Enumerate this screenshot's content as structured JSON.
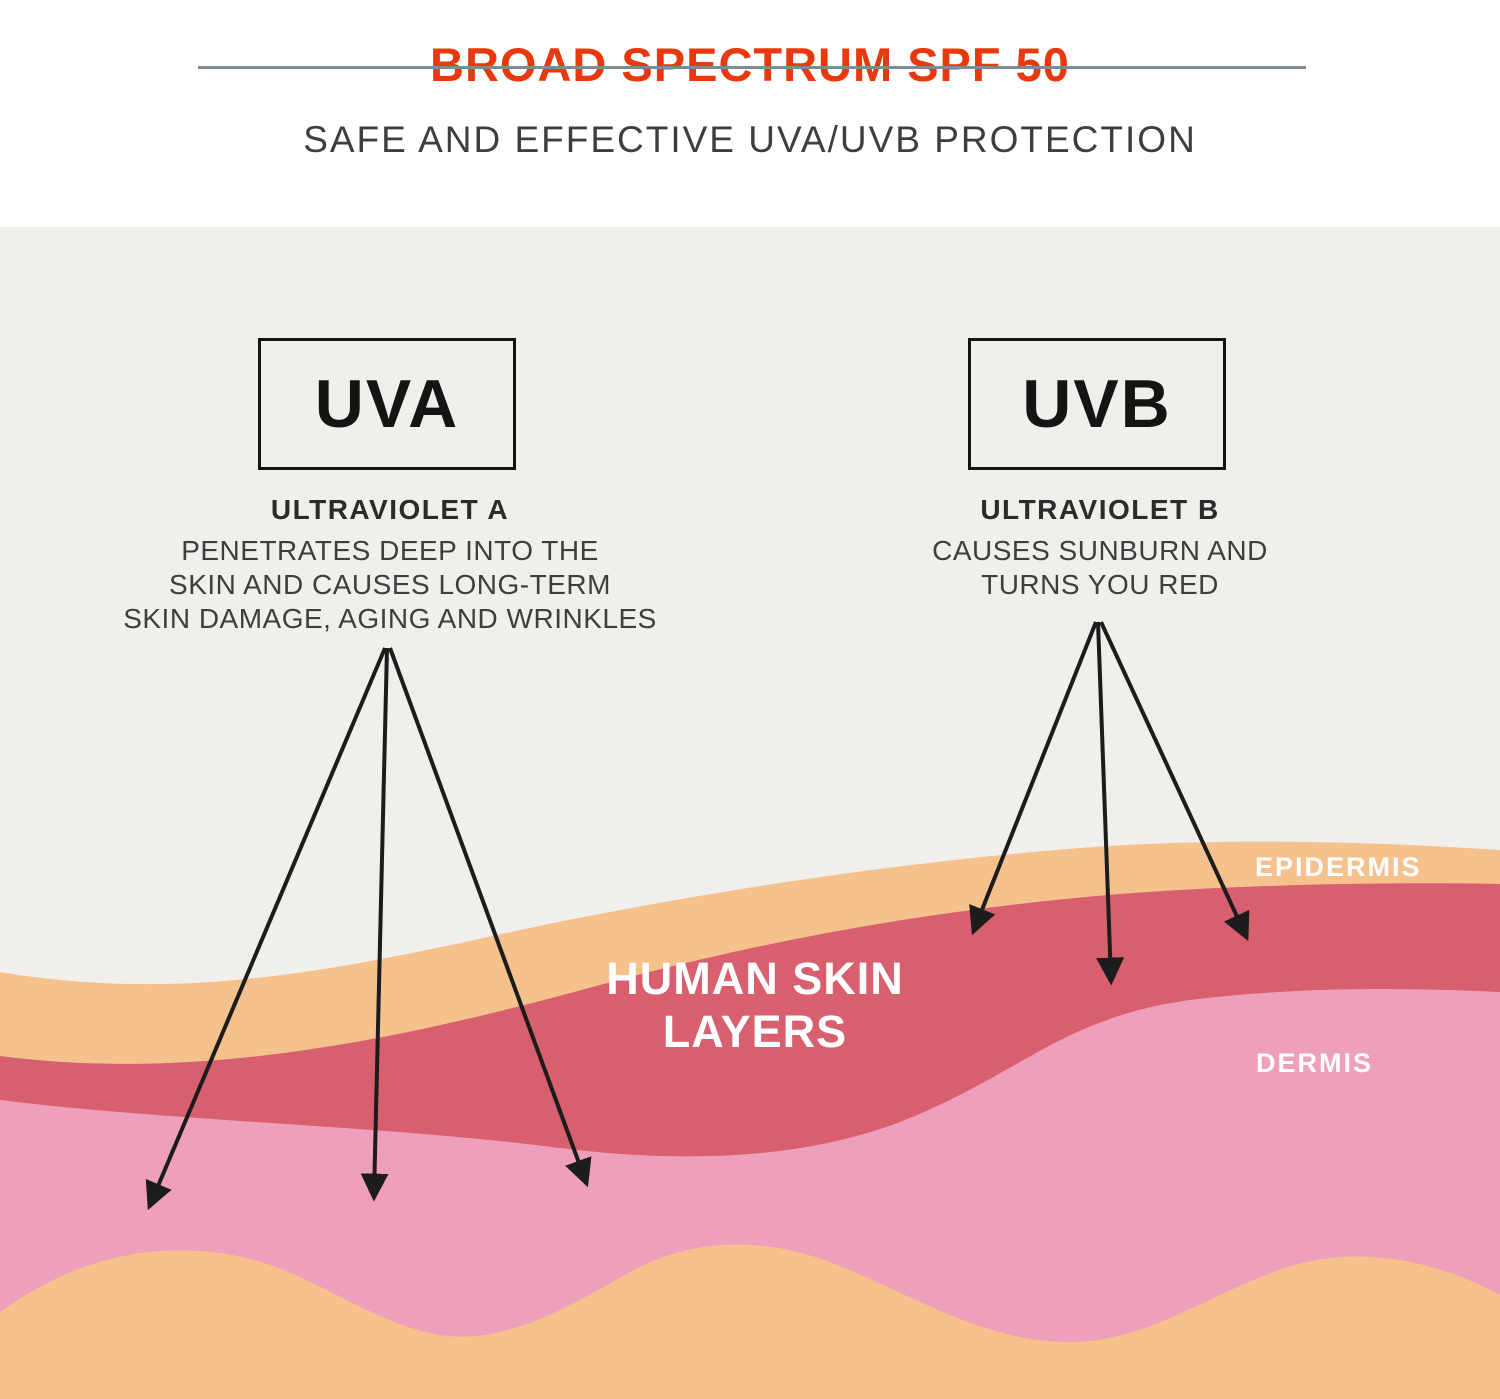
{
  "header": {
    "title": "BROAD SPECTRUM SPF 50",
    "subtitle": "SAFE AND EFFECTIVE UVA/UVB PROTECTION"
  },
  "uva": {
    "box_label": "UVA",
    "heading": "ULTRAVIOLET A",
    "description_lines": [
      "PENETRATES DEEP INTO THE",
      "SKIN AND CAUSES LONG-TERM",
      "SKIN DAMAGE, AGING AND WRINKLES"
    ]
  },
  "uvb": {
    "box_label": "UVB",
    "heading": "ULTRAVIOLET B",
    "description_lines": [
      "CAUSES SUNBURN AND",
      "TURNS YOU RED"
    ]
  },
  "skin": {
    "center_label_line1": "HUMAN SKIN",
    "center_label_line2": "LAYERS",
    "epidermis_label": "EPIDERMIS",
    "dermis_label": "DERMIS"
  },
  "colors": {
    "title_red": "#e8380d",
    "divider_gray": "#7e8b95",
    "text_dark": "#3e3e3e",
    "background_light": "#f1efec",
    "epidermis_tan": "#f5c18c",
    "skin_rose": "#d75f6e",
    "dermis_pink": "#ee9fbb",
    "bottom_tan": "#f5c18c",
    "arrow_black": "#1c1c1c",
    "label_white": "#ffffff"
  }
}
